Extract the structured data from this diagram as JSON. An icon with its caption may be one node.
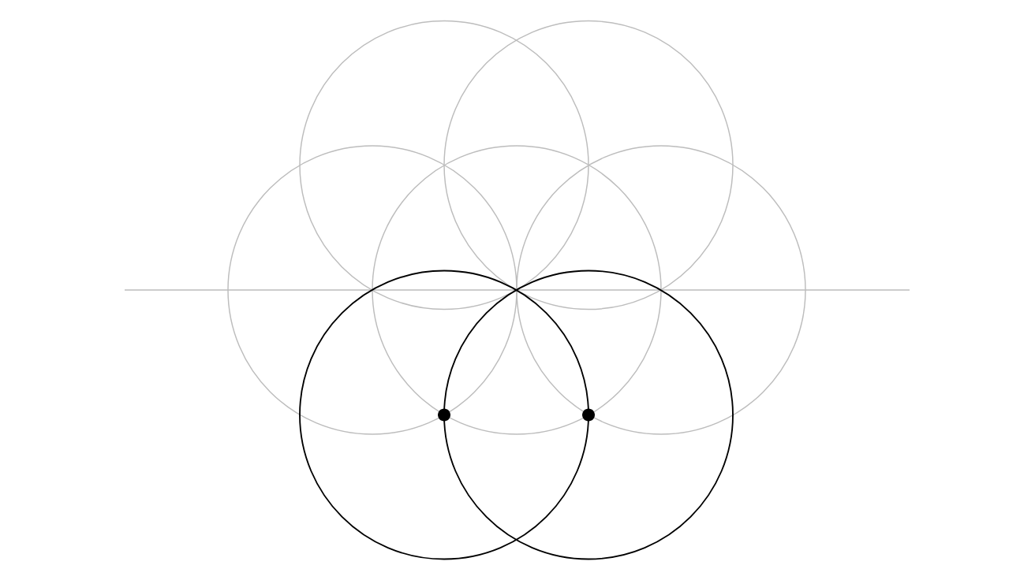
{
  "diagram": {
    "nodes": [
      {
        "text": [],
        "shape": "circle"
      },
      {
        "text": [],
        "shape": "circle"
      },
      {
        "text": [],
        "shape": "circle"
      },
      {
        "text": [],
        "shape": "circle"
      },
      {
        "text": [],
        "shape": "circle"
      },
      {
        "text": [],
        "shape": "circle"
      },
      {
        "text": [],
        "shape": "circle"
      },
      {
        "text": [],
        "shape": "dot"
      },
      {
        "text": [],
        "shape": "dot"
      }
    ]
  }
}
